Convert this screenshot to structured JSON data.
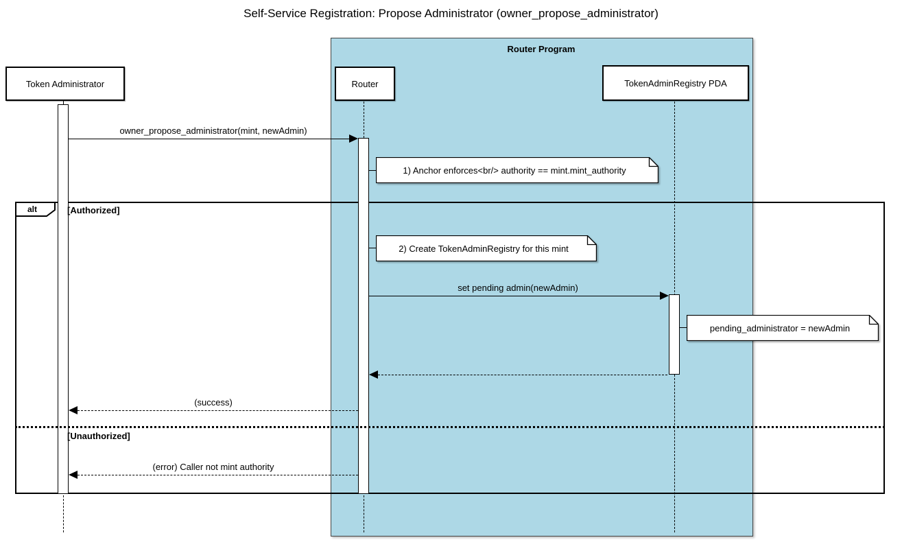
{
  "title": "Self-Service Registration: Propose Administrator (owner_propose_administrator)",
  "program_container": {
    "label": "Router Program",
    "fill_color": "#ADD8E6"
  },
  "participants": [
    {
      "id": "token-administrator",
      "name": "Token Administrator"
    },
    {
      "id": "router",
      "name": "Router"
    },
    {
      "id": "token-admin-registry-pda",
      "name": "TokenAdminRegistry PDA"
    }
  ],
  "messages": [
    {
      "label": "owner_propose_administrator(mint, newAdmin)",
      "from": "Token Administrator",
      "to": "Router",
      "style": "solid"
    },
    {
      "label": "set pending admin(newAdmin)",
      "from": "Router",
      "to": "TokenAdminRegistry PDA",
      "style": "solid"
    },
    {
      "label": "",
      "from": "TokenAdminRegistry PDA",
      "to": "Router",
      "style": "dashed"
    },
    {
      "label": "(success)",
      "from": "Router",
      "to": "Token Administrator",
      "style": "dashed"
    },
    {
      "label": "(error) Caller not mint authority",
      "from": "Router",
      "to": "Token Administrator",
      "style": "dashed"
    }
  ],
  "notes": [
    {
      "text": "1) Anchor enforces<br/> authority == mint.mint_authority"
    },
    {
      "text": "2) Create TokenAdminRegistry for this mint"
    },
    {
      "text": "pending_administrator = newAdmin"
    }
  ],
  "alt_frame": {
    "label": "alt",
    "conditions": [
      "[Authorized]",
      "[Unauthorized]"
    ]
  }
}
